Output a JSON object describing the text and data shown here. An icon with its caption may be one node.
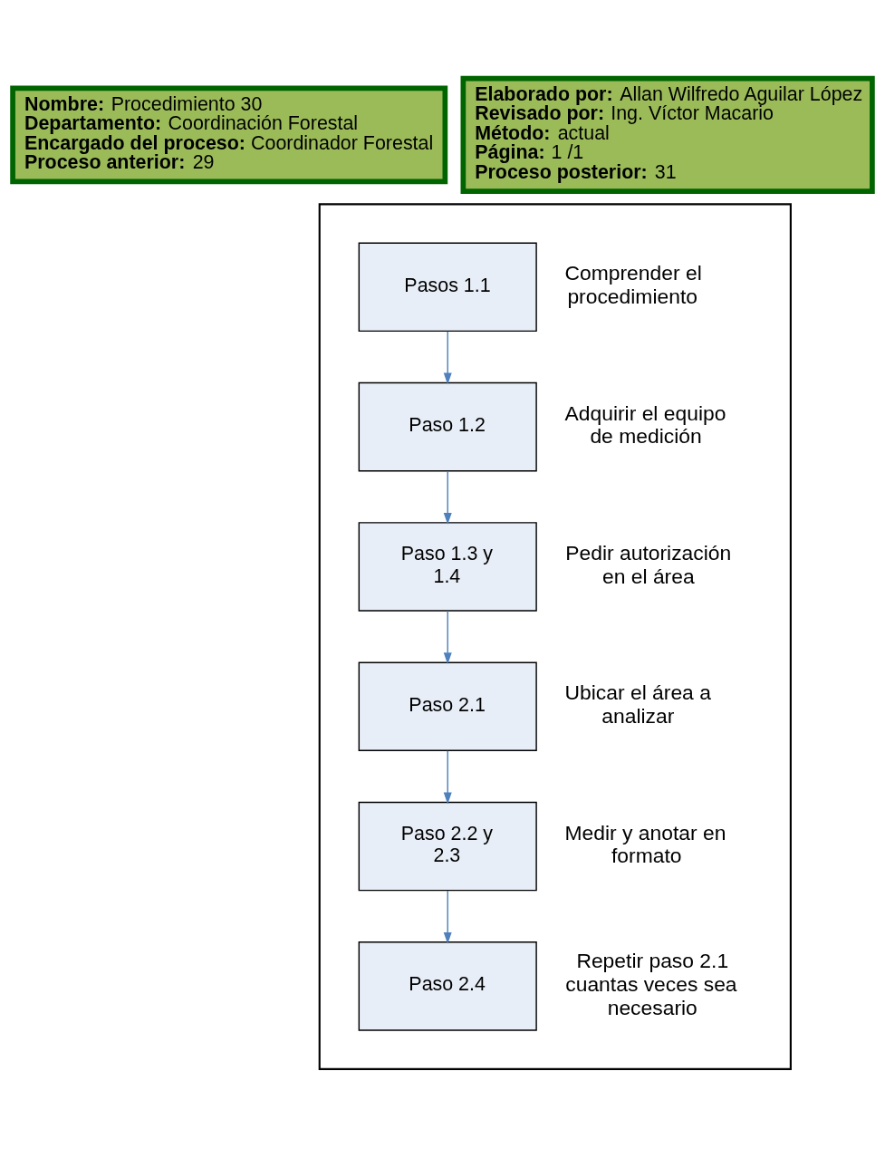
{
  "diagram": {
    "nodes": [
      {
        "text": [
          "**Nombre:** Procedimiento 30",
          "**Departamento:** Coordinación Forestal",
          "**Encargado del proceso:** Coordinador Forestal",
          "**Proceso anterior:** 29"
        ]
      },
      {
        "text": [
          "**Elaborado por:** Allan Wilfredo Aguilar López",
          "**Revisado por:** Ing. Víctor Macario",
          "**Método:** actual",
          "**Página:** 1 /1",
          "**Proceso posterior:** 31"
        ]
      },
      {
        "text": [],
        "shape": "box"
      },
      {
        "text": [
          "Pasos 1.1"
        ],
        "in": 2,
        "beside": [
          "Comprender el procedimiento"
        ]
      },
      {
        "text": [
          "Paso 1.2"
        ],
        "in": 2,
        "beside": [
          "Adquirir el equipo de medición"
        ]
      },
      {
        "text": [
          "Paso 1.3 y 1.4"
        ],
        "in": 2,
        "beside": [
          "Pedir autorización en el área"
        ]
      },
      {
        "text": [
          "Paso 2.1"
        ],
        "in": 2,
        "beside": [
          "Ubicar el área a analizar"
        ]
      },
      {
        "text": [
          "Paso 2.2 y 2.3"
        ],
        "in": 2,
        "beside": [
          "Medir y anotar en formato"
        ]
      },
      {
        "text": [
          "Paso 2.4"
        ],
        "in": 2,
        "beside": [
          "Repetir paso 2.1 cuantas veces sea necesario"
        ]
      }
    ],
    "edges": [
      {
        "from": 3,
        "to": 4,
        "arrow": "to"
      },
      {
        "from": 4,
        "to": 5,
        "arrow": "to"
      },
      {
        "from": 5,
        "to": 6,
        "arrow": "to"
      },
      {
        "from": 6,
        "to": 7,
        "arrow": "to"
      },
      {
        "from": 7,
        "to": 8,
        "arrow": "to"
      }
    ]
  }
}
